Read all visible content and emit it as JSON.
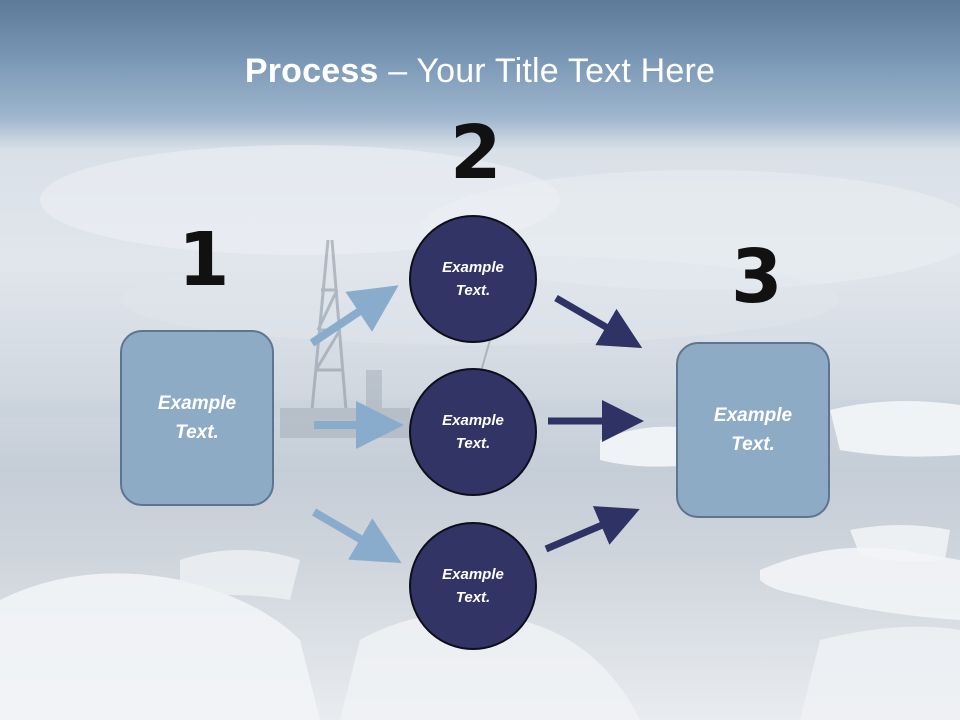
{
  "title": {
    "bold": "Process",
    "rest": " – Your Title Text Here"
  },
  "steps": [
    {
      "number": "1",
      "text": "Example Text."
    },
    {
      "number": "2",
      "text": "Example Text."
    },
    {
      "number": "3",
      "text": "Example Text."
    }
  ],
  "middle_nodes": [
    {
      "text": "Example Text."
    },
    {
      "text": "Example Text."
    },
    {
      "text": "Example Text."
    }
  ],
  "colors": {
    "box_fill": "#8eabc6",
    "circle_fill": "#313464",
    "arrow_light": "#8aaccc",
    "arrow_dark": "#2e3264"
  }
}
